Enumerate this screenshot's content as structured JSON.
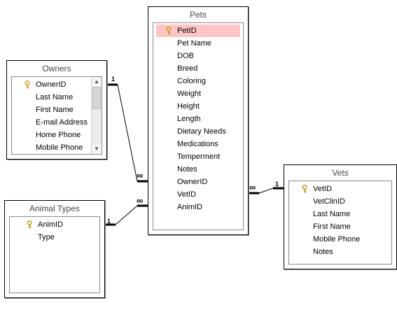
{
  "tables": {
    "pets": {
      "title": "Pets",
      "fields": [
        "PetID",
        "Pet Name",
        "DOB",
        "Breed",
        "Coloring",
        "Weight",
        "Height",
        "Length",
        "Dietary Needs",
        "Medications",
        "Temperment",
        "Notes",
        "OwnerID",
        "VetID",
        "AnimID"
      ]
    },
    "owners": {
      "title": "Owners",
      "fields": [
        "OwnerID",
        "Last Name",
        "First Name",
        "E-mail Address",
        "Home Phone",
        "Mobile Phone"
      ]
    },
    "animal_types": {
      "title": "Animal Types",
      "fields": [
        "AnimID",
        "Type"
      ]
    },
    "vets": {
      "title": "Vets",
      "fields": [
        "VetID",
        "VetClinID",
        "Last Name",
        "First Name",
        "Mobile Phone",
        "Notes"
      ]
    }
  },
  "relationships": {
    "one_label": "1",
    "many_label": "∞"
  },
  "colors": {
    "selected_field": "#ffc4c4",
    "key_icon": "#c8a41e"
  },
  "icons": {
    "primary_key": "key-icon"
  }
}
